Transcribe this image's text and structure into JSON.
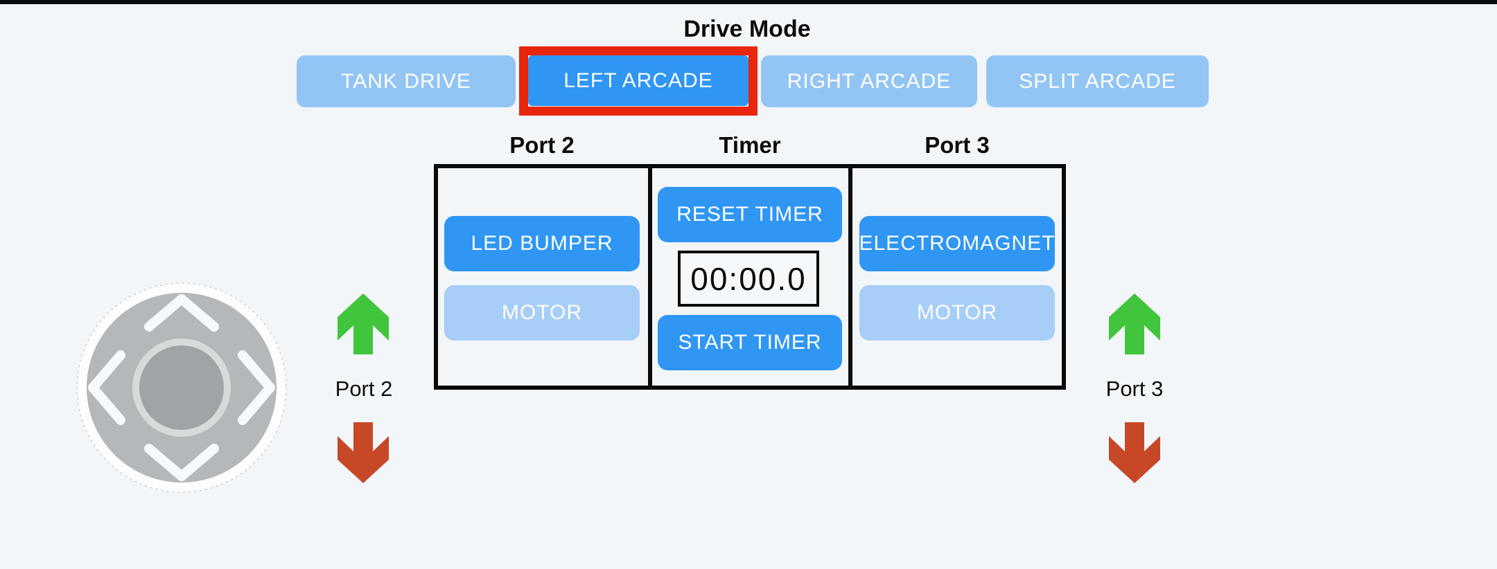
{
  "app": {
    "title": "Drive Mode"
  },
  "drive_mode_buttons": [
    {
      "label": "TANK DRIVE",
      "selected": false
    },
    {
      "label": "LEFT ARCADE",
      "selected": true
    },
    {
      "label": "RIGHT ARCADE",
      "selected": false
    },
    {
      "label": "SPLIT ARCADE",
      "selected": false
    }
  ],
  "control_panel": {
    "port2": {
      "header": "Port 2",
      "buttons": [
        {
          "label": "LED BUMPER",
          "state": "active"
        },
        {
          "label": "MOTOR",
          "state": "inactive"
        }
      ]
    },
    "timer": {
      "header": "Timer",
      "reset_label": "RESET TIMER",
      "display_value": "00:00.0",
      "start_label": "START TIMER"
    },
    "port3": {
      "header": "Port 3",
      "buttons": [
        {
          "label": "ELECTROMAGNET",
          "state": "active"
        },
        {
          "label": "MOTOR",
          "state": "inactive"
        }
      ]
    }
  },
  "port_indicators": {
    "left": {
      "label": "Port 2"
    },
    "right": {
      "label": "Port 3"
    }
  },
  "icons": {
    "joystick": "joystick-pad",
    "up_arrow": "up-arrow-icon",
    "down_arrow": "down-arrow-icon"
  },
  "colors": {
    "background": "#f2f6f9",
    "top_bar": "#0a0a0a",
    "active_blue": "#2f96f4",
    "drive_inactive_blue": "#93c5f4",
    "motor_inactive_blue": "#a6cef7",
    "selected_border_red": "#e7260d",
    "up_arrow_green": "#41c53c",
    "down_arrow_red": "#c74827",
    "panel_border": "#0a0a0a"
  }
}
